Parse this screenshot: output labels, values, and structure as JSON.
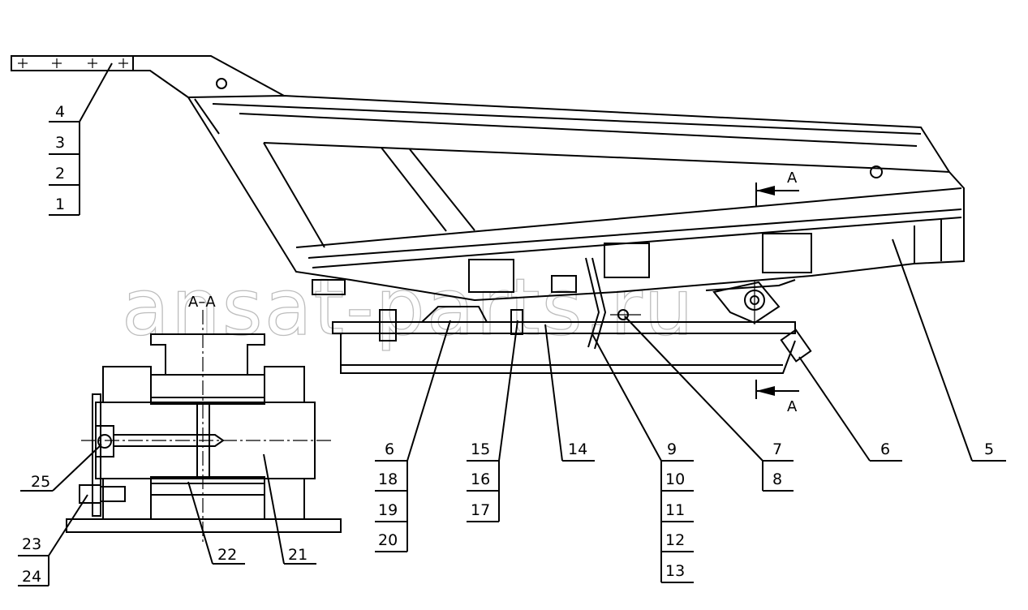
{
  "watermark": "ansat-parts.ru",
  "section_view_label": "A–A",
  "section_marker_letter": "A",
  "callouts": {
    "c4": "4",
    "c3": "3",
    "c2": "2",
    "c1": "1",
    "c5": "5",
    "c6a": "6",
    "c6b": "6",
    "c7": "7",
    "c8": "8",
    "c9": "9",
    "c10": "10",
    "c11": "11",
    "c12": "12",
    "c13": "13",
    "c14": "14",
    "c15": "15",
    "c16": "16",
    "c17": "17",
    "c18": "18",
    "c19": "19",
    "c20": "20",
    "c21": "21",
    "c22": "22",
    "c23": "23",
    "c24": "24",
    "c25": "25"
  }
}
